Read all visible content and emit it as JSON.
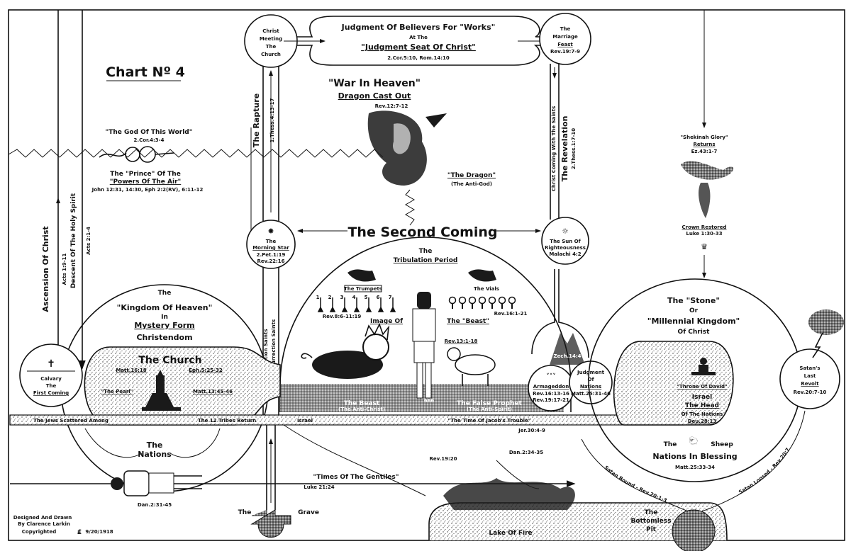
{
  "title": "Chart Nº 4",
  "judgment": {
    "line1": "Judgment Of Believers For \"Works\"",
    "line2": "At The",
    "line3": "\"Judgment Seat Of Christ\"",
    "ref": "2.Cor.5:10, Rom.14:10"
  },
  "christ_meeting": [
    "Christ",
    "Meeting",
    "The",
    "Church"
  ],
  "marriage": [
    "The",
    "Marriage",
    "Feast",
    "Rev.19:7-9"
  ],
  "rapture": {
    "label": "The Rapture",
    "ref": "1.Thess.4:13-17"
  },
  "revelation": {
    "label": "The Revelation",
    "ref": "2.Thess.1:7-10",
    "sub": "Christ Coming With The Saints"
  },
  "god_world": {
    "label": "\"The God Of This World\"",
    "ref": "2.Cor.4:3-4"
  },
  "prince": {
    "line1": "The \"Prince\" Of The",
    "line2": "\"Powers Of The Air\"",
    "ref": "John 12:31, 14:30, Eph 2:2(RV), 6:11-12"
  },
  "war": {
    "line1": "\"War In Heaven\"",
    "line2": "Dragon Cast Out",
    "ref": "Rev.12:7-12"
  },
  "dragon": {
    "label": "\"The Dragon\"",
    "sub": "(The Anti-God)"
  },
  "second_coming": "The Second Coming",
  "morning_star": [
    "The",
    "Morning Star",
    "2.Pet.1:19",
    "Rev.22:16"
  ],
  "sun": [
    "The Sun Of",
    "Righteousness",
    "Malachi 4:2"
  ],
  "tribulation": [
    "The",
    "Tribulation Period"
  ],
  "trumpets": {
    "label": "The Trumpets",
    "ref": "Rev.8:6-11:19",
    "numbers": [
      "1",
      "2",
      "3",
      "4",
      "5",
      "6",
      "7"
    ]
  },
  "vials": {
    "label": "The Vials",
    "ref": "Rev.16:1-21"
  },
  "image": {
    "left": "Image Of",
    "right": "The \"Beast\"",
    "ref": "Rev.13:1-18"
  },
  "beast": {
    "label": "The Beast",
    "sub": "(The Anti-Christ)",
    "number": "666"
  },
  "false_prophet": {
    "label": "The False Prophet",
    "sub": "(The Anti-Spirit)"
  },
  "armageddon": [
    "Armageddon",
    "Rev.16:13-16",
    "Rev.19:17-21"
  ],
  "olives": "Zech.14:4",
  "judgment_nations": [
    "Judgment",
    "Of",
    "Nations",
    "Matt.25:31-46"
  ],
  "stone": [
    "The \"Stone\"",
    "Or",
    "\"Millennial Kingdom\"",
    "Of Christ"
  ],
  "throne": "\"Throne Of David\"",
  "israel_head": [
    "Israel",
    "The Head",
    "Of The Nations",
    "Deu.28:13"
  ],
  "sheep": {
    "the": "The",
    "sheep": "Sheep",
    "blessing": "Nations In Blessing",
    "ref": "Matt.25:33-34"
  },
  "satan_revolt": [
    "Satan's",
    "Last",
    "Revolt",
    "Rev.20:7-10"
  ],
  "satan_bound": "Satan Bound - Rev.20:1-3",
  "satan_loosed": "Satan Loosed - Rev.20:7",
  "lake": "Lake Of Fire",
  "pit": [
    "The",
    "Bottomless",
    "Pit"
  ],
  "shekinah": [
    "\"Shekinah Glory\"",
    "Returns",
    "Ez.43:1-7"
  ],
  "crown": [
    "Crown Restored",
    "Luke 1:30-33"
  ],
  "ascension": {
    "label": "Ascension Of Christ",
    "ref": "Acts 1:9-11"
  },
  "descent": {
    "label": "Descent Of The Holy Spirit",
    "ref": "Acts 2:1-4"
  },
  "calvary": [
    "Calvary",
    "The",
    "First Coming"
  ],
  "kingdom": [
    "The",
    "\"Kingdom Of Heaven\"",
    "In",
    "Mystery Form",
    "Christendom"
  ],
  "church": {
    "label": "The Church",
    "ref1": "Matt.16:18",
    "ref2": "Eph.5:25-32",
    "pearl": "\"The Pearl\"",
    "ref3": "Matt.13:45-46"
  },
  "resurrection": {
    "first": "First Resurrection Saints",
    "translation": "Translation Saints"
  },
  "israel_band": {
    "scattered": "The Jews Scattered Among",
    "the": "The",
    "nations": "Nations",
    "return": "The 12 Tribes Return",
    "israel": "Israel",
    "jacob": "\"The Time Of Jacob's Trouble\"",
    "jacob_ref": "Jer.30:4-9"
  },
  "gentiles": {
    "label": "\"Times Of The Gentiles\"",
    "ref": "Luke 21:24",
    "dan": "Dan.2:31-45",
    "dan2": "Dan.2:34-35",
    "rev": "Rev.19:20"
  },
  "grave": [
    "The",
    "Grave"
  ],
  "credit": [
    "Designed And Drawn",
    "By Clarence Larkin",
    "Copyrighted",
    "9/20/1918"
  ]
}
